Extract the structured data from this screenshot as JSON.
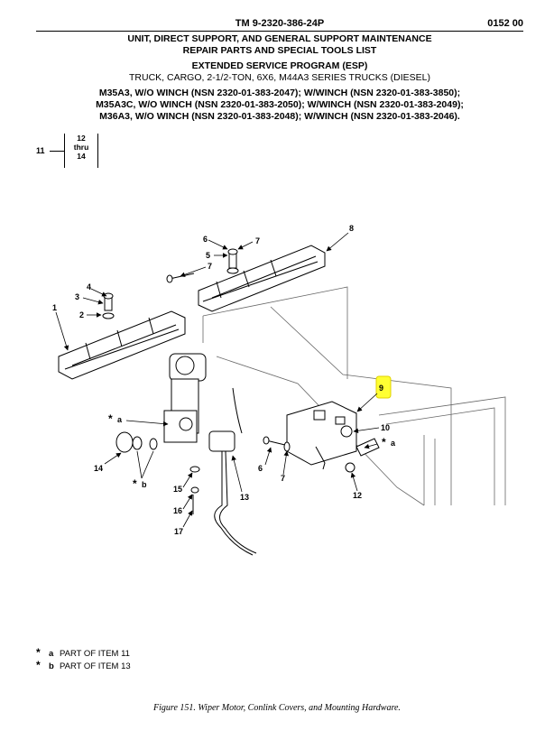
{
  "header": {
    "tm_number": "TM 9-2320-386-24P",
    "work_package": "0152 00",
    "lines": [
      "UNIT, DIRECT SUPPORT, AND GENERAL SUPPORT MAINTENANCE",
      "REPAIR PARTS AND SPECIAL TOOLS LIST",
      "EXTENDED SERVICE PROGRAM (ESP)",
      "TRUCK, CARGO, 2-1/2-TON, 6X6, M44A3 SERIES TRUCKS (DIESEL)",
      "M35A3, W/O WINCH (NSN 2320-01-383-2047); W/WINCH (NSN 2320-01-383-3850);",
      "M35A3C, W/O WINCH (NSN 2320-01-383-2050); W/WINCH (NSN 2320-01-383-2049);",
      "M36A3, W/O WINCH (NSN 2320-01-383-2048); W/WINCH (NSN 2320-01-383-2046)."
    ]
  },
  "reference": {
    "item": "11",
    "range_top": "12",
    "range_mid": "thru",
    "range_bottom": "14"
  },
  "callouts": {
    "c1": "1",
    "c2": "2",
    "c3": "3",
    "c4": "4",
    "c5": "5",
    "c6a": "6",
    "c6b": "6",
    "c7a": "7",
    "c7b": "7",
    "c7c": "7",
    "c8": "8",
    "c9": "9",
    "c10": "10",
    "c12": "12",
    "c13": "13",
    "c14": "14",
    "c15": "15",
    "c16": "16",
    "c17": "17",
    "star_a_left": "*",
    "a_left": "a",
    "star_b": "*",
    "b": "b",
    "star_a_right": "*",
    "a_right": "a"
  },
  "notes": [
    {
      "star": "*",
      "letter": "a",
      "text": "PART OF ITEM 11"
    },
    {
      "star": "*",
      "letter": "b",
      "text": "PART OF ITEM 13"
    }
  ],
  "caption": "Figure 151.  Wiper Motor, Conlink Covers, and Mounting Hardware.",
  "colors": {
    "highlight": "#ffff33",
    "ink": "#000000"
  }
}
